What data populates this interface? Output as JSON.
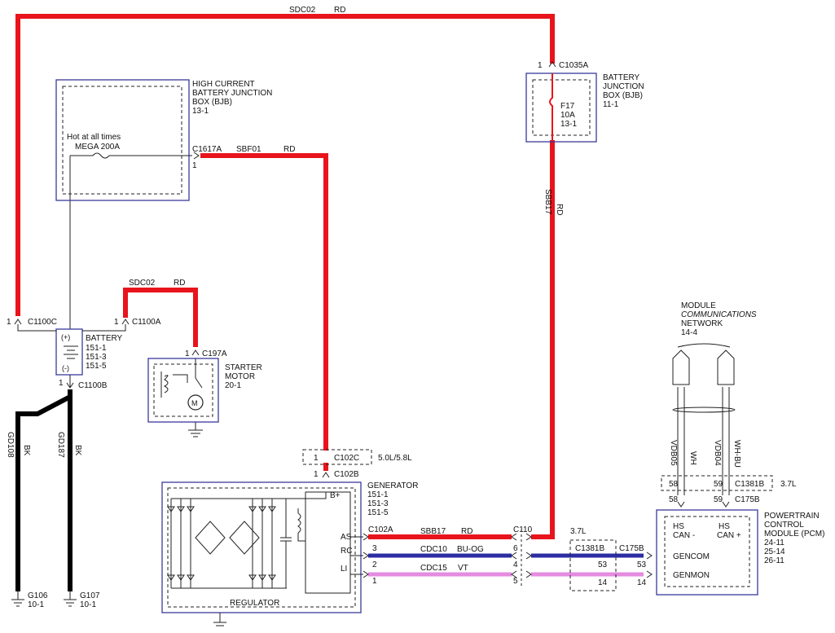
{
  "wires": {
    "sdc02_top": {
      "circuit": "SDC02",
      "color": "RD"
    },
    "sbf01": {
      "circuit": "SBF01",
      "color": "RD"
    },
    "sdc02_starter": {
      "circuit": "SDC02",
      "color": "RD"
    },
    "sbb17_vertical": {
      "circuit": "SBB17",
      "color": "RD"
    },
    "gd108": {
      "circuit": "GD108",
      "color": "BK"
    },
    "gd187": {
      "circuit": "GD187",
      "color": "BK"
    },
    "sbb17_gen": {
      "circuit": "SBB17",
      "color": "RD"
    },
    "cdc10": {
      "circuit": "CDC10",
      "color": "BU-OG"
    },
    "cdc15": {
      "circuit": "CDC15",
      "color": "VT"
    },
    "vdb05": {
      "circuit": "VDB05",
      "color": "WH"
    },
    "vdb04": {
      "circuit": "VDB04",
      "color": "WH-BU"
    }
  },
  "hcbjb": {
    "title_lines": [
      "HIGH CURRENT",
      "BATTERY JUNCTION",
      "BOX (BJB)",
      "13-1"
    ],
    "hot_label": "Hot at all times",
    "fuse_label": "MEGA 200A"
  },
  "bjb": {
    "title_lines": [
      "BATTERY",
      "JUNCTION",
      "BOX (BJB)",
      "11-1"
    ],
    "fuse_lines": [
      "F17",
      "10A",
      "13-1"
    ]
  },
  "battery": {
    "title": "BATTERY",
    "refs": [
      "151-1",
      "151-3",
      "151-5"
    ],
    "plus": "(+)",
    "minus": "(-)"
  },
  "starter": {
    "title_lines": [
      "STARTER",
      "MOTOR",
      "20-1"
    ]
  },
  "generator": {
    "title": "GENERATOR",
    "refs": [
      "151-1",
      "151-3",
      "151-5"
    ],
    "terminals": [
      "B+",
      "AS",
      "RC",
      "LI"
    ],
    "regulator": "REGULATOR"
  },
  "engine_option": "5.0L/5.8L",
  "option_37l_a": "3.7L",
  "option_37l_b": "3.7L",
  "mcn": {
    "title_lines": [
      "MODULE",
      "COMMUNICATIONS",
      "NETWORK",
      "14-4"
    ]
  },
  "pcm": {
    "title_lines": [
      "POWERTRAIN",
      "CONTROL",
      "MODULE (PCM)",
      "24-11",
      "25-14",
      "26-11"
    ],
    "hs_can_minus": [
      "HS",
      "CAN -"
    ],
    "hs_can_plus": [
      "HS",
      "CAN +"
    ],
    "gencom": "GENCOM",
    "genmon": "GENMON"
  },
  "connectors": {
    "c1035a": {
      "name": "C1035A",
      "pin": "1"
    },
    "c1617a": {
      "name": "C1617A",
      "pin": "1"
    },
    "c1100c": {
      "name": "C1100C",
      "pin": "1"
    },
    "c1100a": {
      "name": "C1100A",
      "pin": "1"
    },
    "c1100b": {
      "name": "C1100B",
      "pin": "1"
    },
    "c197a": {
      "name": "C197A",
      "pin": "1"
    },
    "c102c": {
      "name": "C102C",
      "pin": "1"
    },
    "c102b": {
      "name": "C102B",
      "pin": "1"
    },
    "c102a": {
      "name": "C102A",
      "pins": [
        "3",
        "2",
        "1"
      ]
    },
    "c110": {
      "name": "C110",
      "pins": [
        "6",
        "4",
        "5"
      ]
    },
    "c1381b_left": {
      "name": "C1381B",
      "pins": [
        "53",
        "14"
      ]
    },
    "c175b_left": {
      "name": "C175B",
      "pins": [
        "53",
        "14"
      ]
    },
    "c1381b_right": {
      "name": "C1381B",
      "pins": [
        "58",
        "59"
      ]
    },
    "c175b_right": {
      "name": "C175B",
      "pins": [
        "58",
        "59"
      ]
    }
  },
  "grounds": {
    "g106": {
      "name": "G106",
      "ref": "10-1"
    },
    "g107": {
      "name": "G107",
      "ref": "10-1"
    }
  },
  "colors": {
    "red": "#e8141c",
    "black": "#000000",
    "blue": "#2b2ea3",
    "pink": "#e58be0",
    "box_blue": "#3a3a9c"
  }
}
